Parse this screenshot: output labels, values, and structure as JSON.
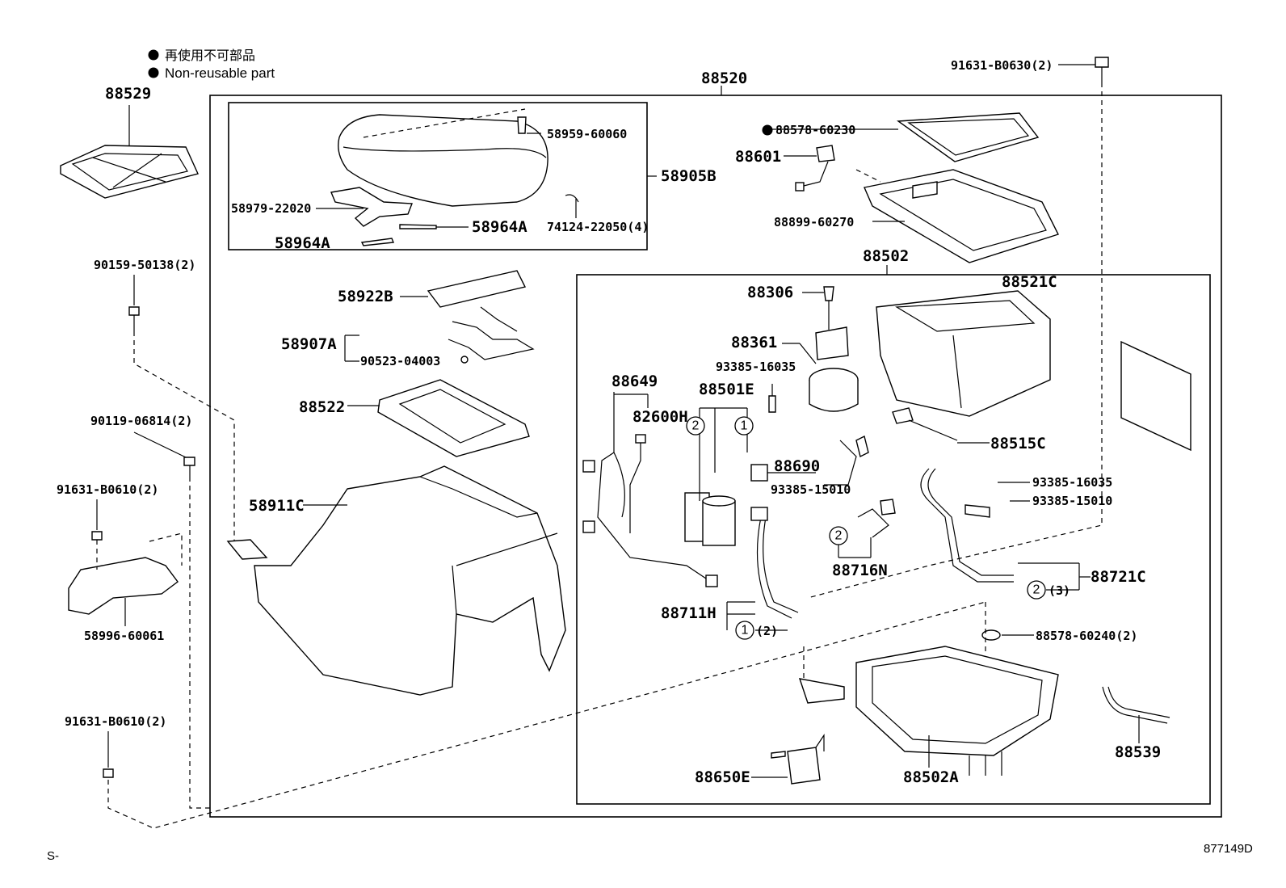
{
  "legend": {
    "bullet_color": "#000000",
    "line_jp": "再使用不可部品",
    "line_en": "Non-reusable part"
  },
  "corner": {
    "left": "S-",
    "right": "877149D"
  },
  "markers": {
    "m1": "1",
    "m2": "2",
    "q2": "(2)",
    "q3": "(3)"
  },
  "parts": {
    "p88529": "88529",
    "p88520": "88520",
    "p91631_B0630": "91631-B0630(2)",
    "p58959_60060": "58959-60060",
    "p58905B": "58905B",
    "p58979_22020": "58979-22020",
    "p58964A_a": "58964A",
    "p58964A_b": "58964A",
    "p74124_22050": "74124-22050(4)",
    "p88578_60230": "88578-60230",
    "p88601": "88601",
    "p88899_60270": "88899-60270",
    "p88502": "88502",
    "p90159_50138": "90159-50138(2)",
    "p58922B": "58922B",
    "p58907A": "58907A",
    "p90523_04003": "90523-04003",
    "p88306": "88306",
    "p88521C": "88521C",
    "p88361": "88361",
    "p93385_16035_a": "93385-16035",
    "p88649": "88649",
    "p88501E": "88501E",
    "p88522": "88522",
    "p90119_06814": "90119-06814(2)",
    "p82600H": "82600H",
    "p88515C": "88515C",
    "p88690": "88690",
    "p93385_15010_a": "93385-15010",
    "p93385_16035_b": "93385-16035",
    "p93385_15010_b": "93385-15010",
    "p91631_B0610_a": "91631-B0610(2)",
    "p58911C": "58911C",
    "p88716N": "88716N",
    "p88721C": "88721C",
    "p88711H": "88711H",
    "p58996_60061": "58996-60061",
    "p88578_60240": "88578-60240(2)",
    "p91631_B0610_b": "91631-B0610(2)",
    "p88539": "88539",
    "p88650E": "88650E",
    "p88502A": "88502A"
  }
}
